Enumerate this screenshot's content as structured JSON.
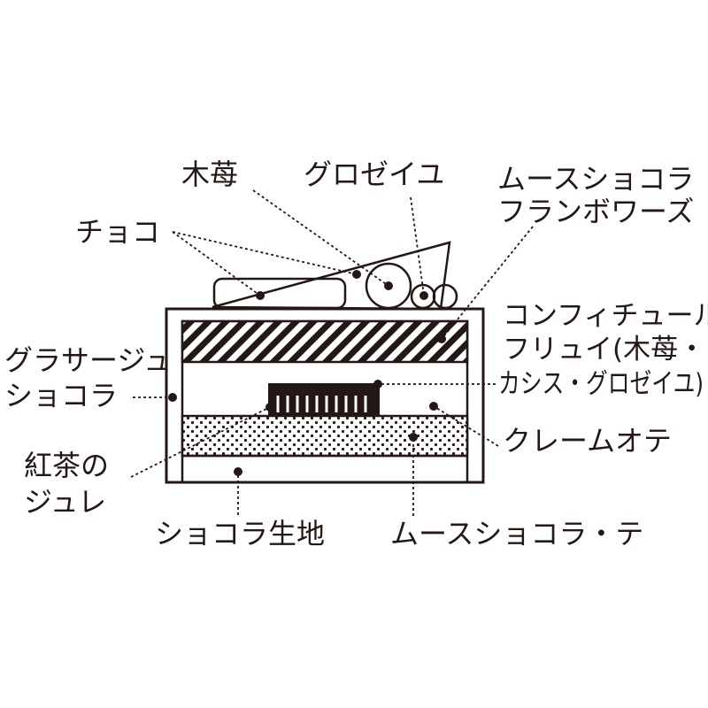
{
  "diagram": {
    "labels": {
      "kiichigo": "木苺",
      "groseille": "グロゼイユ",
      "mousse_framboise_1": "ムースショコラ",
      "mousse_framboise_2": "フランボワーズ",
      "choco": "チョコ",
      "confiture_1": "コンフィチュール",
      "confiture_2": "フリュイ(木苺・",
      "confiture_3": "カシス・グロゼイユ)",
      "glacage_1": "グラサージュ",
      "glacage_2": "ショコラ",
      "creme": "クレームオテ",
      "kocha_1": "紅茶の",
      "kocha_2": "ジュレ",
      "seichi": "ショコラ生地",
      "mousse_the": "ムースショコラ・テ"
    },
    "colors": {
      "ink": "#231815",
      "background": "#ffffff"
    }
  }
}
